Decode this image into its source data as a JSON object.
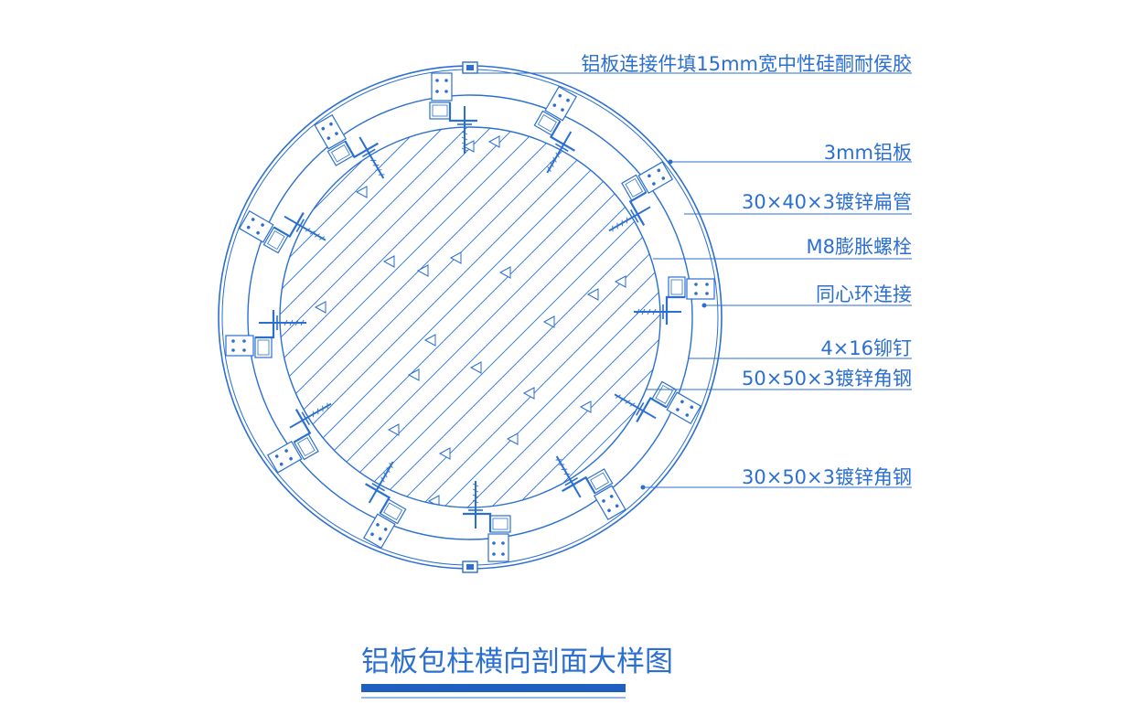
{
  "drawing": {
    "title": "铝板包柱横向剖面大样图",
    "line_color": "#2a6fd1",
    "title_bar_color": "#1f5fbf"
  },
  "callouts": [
    {
      "id": "sealant",
      "label": "铝板连接件填15mm宽中性硅酮耐侯胶"
    },
    {
      "id": "aluminum-plate",
      "label": "3mm铝板"
    },
    {
      "id": "flat-tube",
      "label": "30×40×3镀锌扁管"
    },
    {
      "id": "expansion-bolt",
      "label": "M8膨胀螺栓"
    },
    {
      "id": "concentric-ring",
      "label": "同心环连接"
    },
    {
      "id": "rivet",
      "label": "4×16铆钉"
    },
    {
      "id": "angle-steel-50",
      "label": "50×50×3镀锌角钢"
    },
    {
      "id": "angle-steel-30",
      "label": "30×50×3镀锌角钢"
    }
  ]
}
